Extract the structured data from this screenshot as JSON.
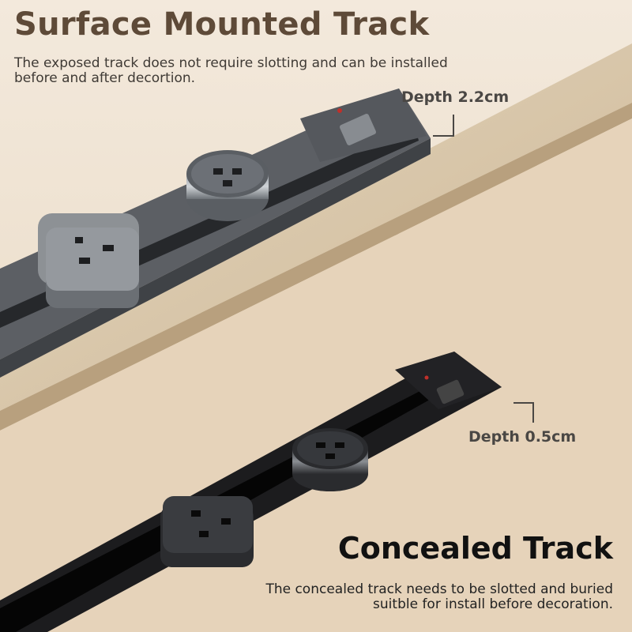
{
  "surface": {
    "title": "Surface Mounted Track",
    "description": "The exposed track does not require slotting and can be installed before and after decortion.",
    "depth_label": "Depth 2.2cm"
  },
  "concealed": {
    "title": "Concealed Track",
    "description": "The concealed track needs to be slotted and buried suitble for install before decoration.",
    "depth_label": "Depth 0.5cm"
  },
  "colors": {
    "background": "#efe4d5",
    "desk_top": "#d9c8ad",
    "desk_edge": "#b8a07e",
    "surface_track": "#5c5f64",
    "concealed_track": "#1c1c1e",
    "title_brown": "#5e4a38",
    "indicator_red": "#c0302a"
  },
  "icons": [
    "uk-socket-icon",
    "universal-socket-icon",
    "power-switch-icon",
    "depth-bracket-icon"
  ]
}
